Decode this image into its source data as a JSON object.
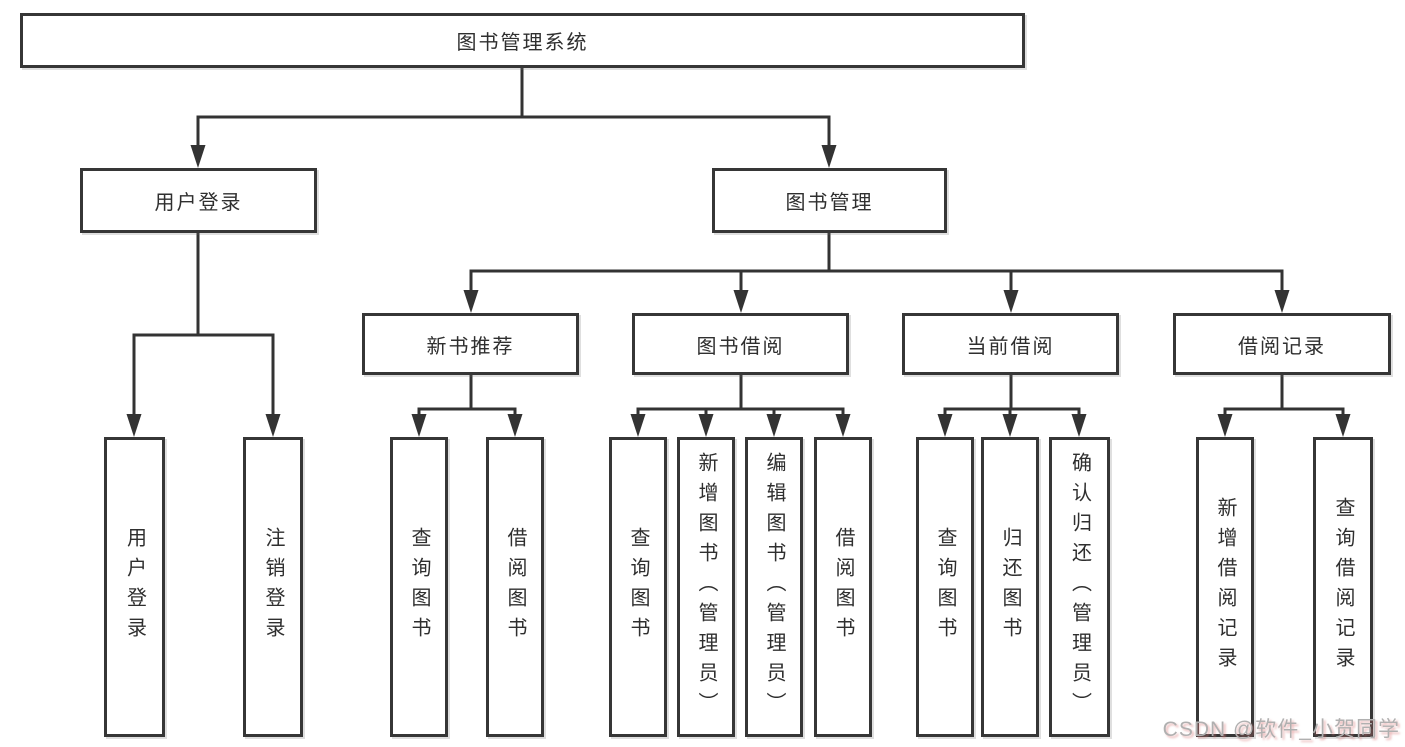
{
  "colors": {
    "line": "#333333",
    "box_border": "#363636",
    "text": "#2f2f2f",
    "background": "#ffffff",
    "watermark_text": "#b0b0b0",
    "watermark_shadow": "#d97878"
  },
  "diagram": {
    "type": "hierarchy-tree",
    "root": {
      "label": "图书管理系统"
    },
    "children": [
      {
        "label": "用户登录",
        "children": [
          {
            "label": "用户登录"
          },
          {
            "label": "注销登录"
          }
        ]
      },
      {
        "label": "图书管理",
        "children": [
          {
            "label": "新书推荐",
            "children": [
              {
                "label": "查询图书"
              },
              {
                "label": "借阅图书"
              }
            ]
          },
          {
            "label": "图书借阅",
            "children": [
              {
                "label": "查询图书"
              },
              {
                "label": "新增图书（管理员）"
              },
              {
                "label": "编辑图书（管理员）"
              },
              {
                "label": "借阅图书"
              }
            ]
          },
          {
            "label": "当前借阅",
            "children": [
              {
                "label": "查询图书"
              },
              {
                "label": "归还图书"
              },
              {
                "label": "确认归还（管理员）"
              }
            ]
          },
          {
            "label": "借阅记录",
            "children": [
              {
                "label": "新增借阅记录"
              },
              {
                "label": "查询借阅记录"
              }
            ]
          }
        ]
      }
    ]
  },
  "watermark": {
    "text": "CSDN @软件_小贺同学"
  }
}
